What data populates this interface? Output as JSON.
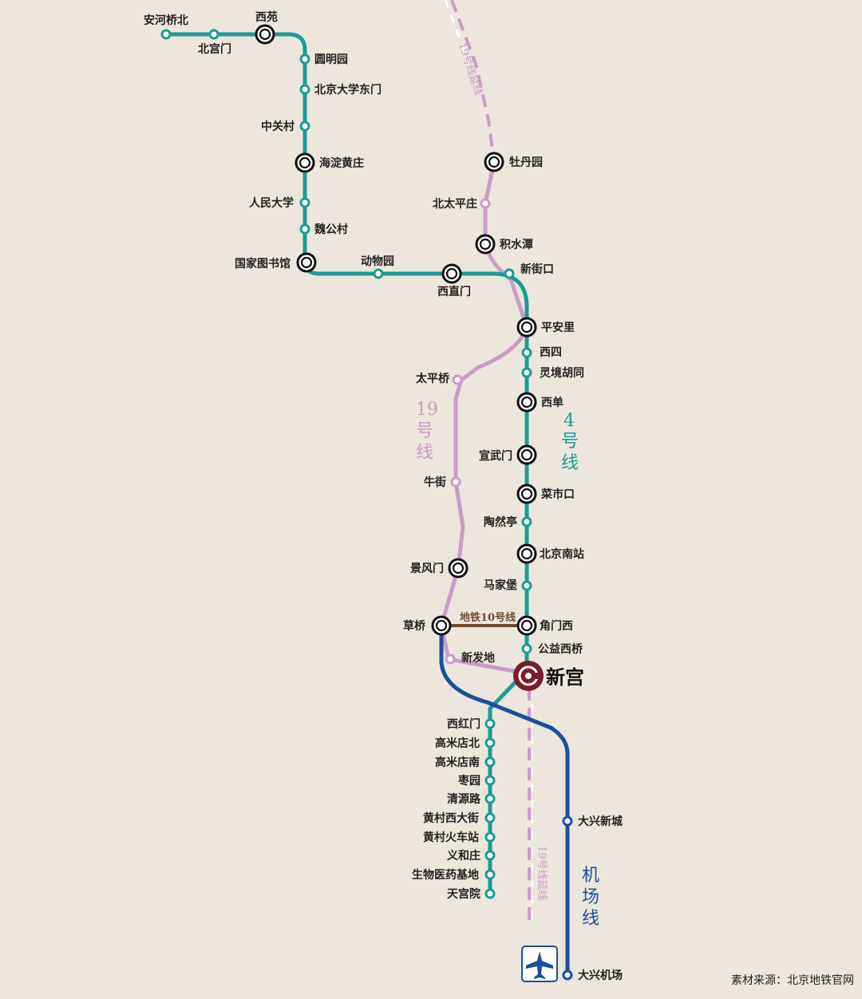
{
  "colors": {
    "background": "#ece6dc",
    "line4": "#1b9b98",
    "line19": "#cc9cc8",
    "line10": "#6b4a32",
    "airport": "#1c4f9c",
    "hub": "#7a1d2a"
  },
  "line_labels": {
    "line4": [
      "4",
      "号",
      "线"
    ],
    "line19": [
      "19",
      "号",
      "线"
    ],
    "airport": [
      "机",
      "场",
      "线"
    ],
    "line10": "地铁10号线",
    "line19_ext": "19号线延线"
  },
  "stations": {
    "anhe": "安河桥北",
    "beigongmen": "北宫门",
    "xiyuan": "西苑",
    "yuanmingyuan": "圆明园",
    "pku_east": "北京大学东门",
    "zhongguancun": "中关村",
    "haidian": "海淀黄庄",
    "renda": "人民大学",
    "weigongcun": "魏公村",
    "library": "国家图书馆",
    "zoo": "动物园",
    "xizhimen": "西直门",
    "xinjiekou": "新街口",
    "pinganli": "平安里",
    "xisi": "西四",
    "lingjing": "灵境胡同",
    "xidan": "西单",
    "xuanwumen": "宣武门",
    "caishikou": "菜市口",
    "taoranting": "陶然亭",
    "bjs": "北京南站",
    "majiapu": "马家堡",
    "jiaomenxi": "角门西",
    "gongyi": "公益西桥",
    "xingong": "新宫",
    "xihongmen": "西红门",
    "gmd_n": "高米店北",
    "gmd_s": "高米店南",
    "zaoyuan": "枣园",
    "qingyuan": "清源路",
    "hcx_dajie": "黄村西大街",
    "hc_station": "黄村火车站",
    "yihezhuang": "义和庄",
    "biomed": "生物医药基地",
    "tiangongyuan": "天宫院",
    "mudanyuan": "牡丹园",
    "beitaipingzhuang": "北太平庄",
    "jishuitan": "积水潭",
    "taipingqiao": "太平桥",
    "niujie": "牛街",
    "jingfengmen": "景风门",
    "caoqiao": "草桥",
    "xinfadi": "新发地",
    "daxing_xincheng": "大兴新城",
    "daxing_airport": "大兴机场"
  },
  "footer": "素材来源：北京地铁官网"
}
